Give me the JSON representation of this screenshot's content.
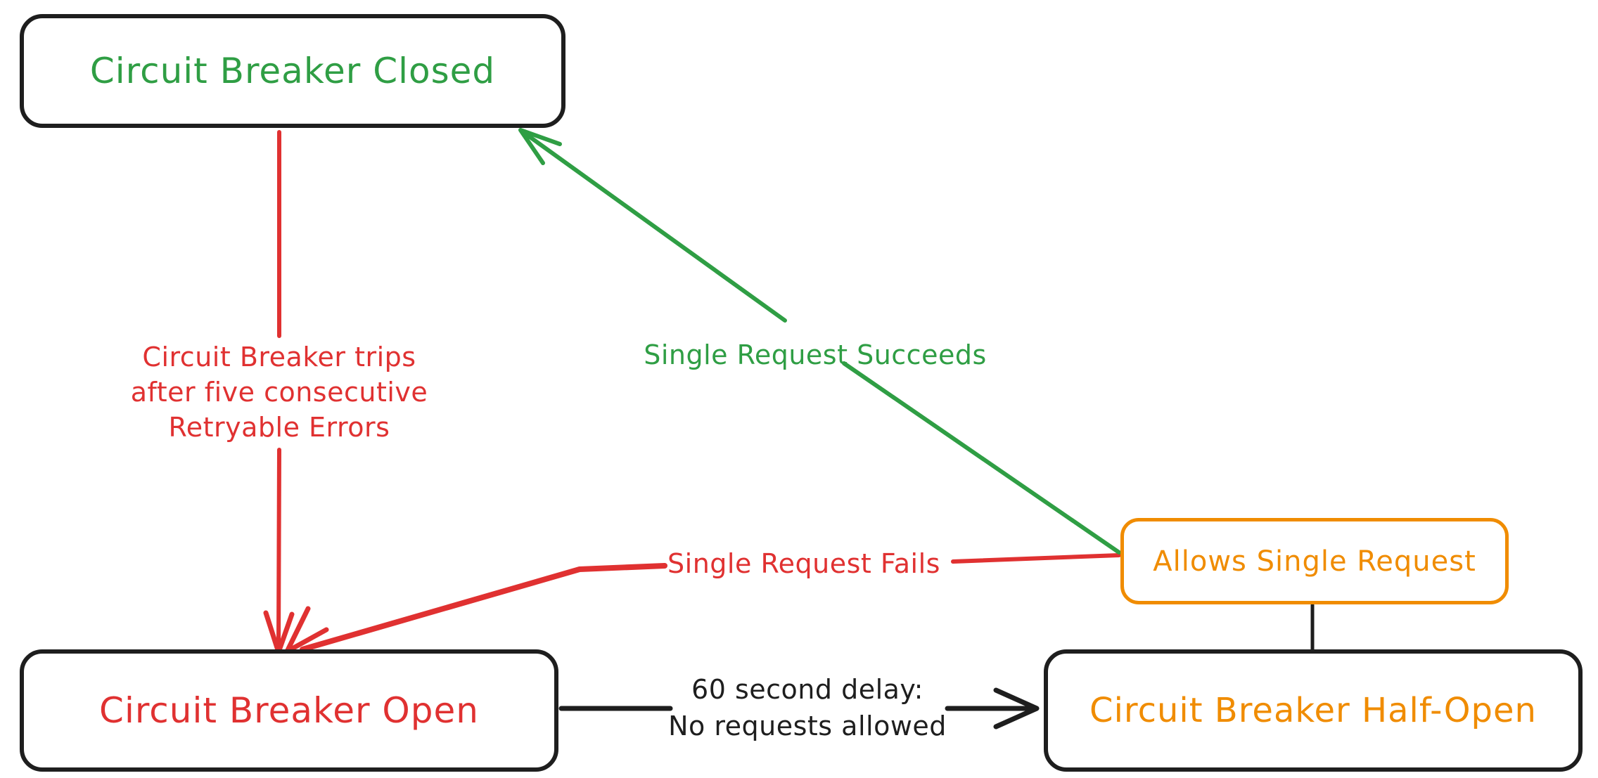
{
  "colors": {
    "green": "#2f9e44",
    "red": "#e03131",
    "orange": "#f08c00",
    "ink": "#1e1e1e",
    "background": "#ffffff"
  },
  "nodes": {
    "closed": {
      "label": "Circuit Breaker Closed"
    },
    "open": {
      "label": "Circuit Breaker Open"
    },
    "half_open": {
      "label": "Circuit Breaker Half-Open"
    },
    "allows_single_request": {
      "label": "Allows Single Request"
    }
  },
  "edges": {
    "trips": {
      "lines": [
        "Circuit Breaker trips",
        "after five consecutive",
        "Retryable Errors"
      ],
      "from": "closed",
      "to": "open"
    },
    "succeeds": {
      "label": "Single Request Succeeds",
      "from": "allows_single_request",
      "to": "closed"
    },
    "fails": {
      "label": "Single Request Fails",
      "from": "allows_single_request",
      "to": "open"
    },
    "delay": {
      "lines": [
        "60 second delay:",
        "No requests allowed"
      ],
      "from": "open",
      "to": "half_open"
    },
    "half_open_to_allows": {
      "label": "",
      "from": "half_open",
      "to": "allows_single_request"
    }
  }
}
